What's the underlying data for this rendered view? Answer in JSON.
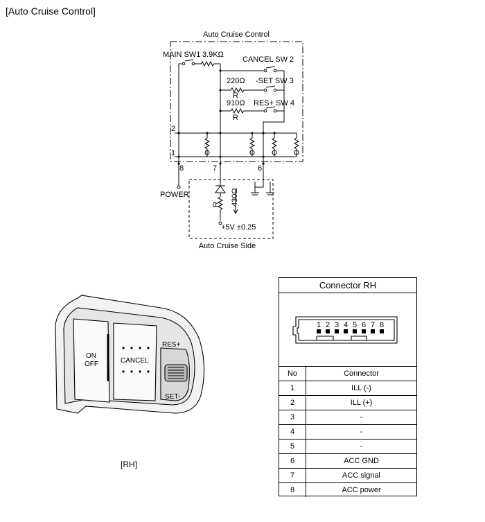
{
  "page_title": "[Auto Cruise Control]",
  "circuit": {
    "module_title": "Auto Cruise Control",
    "main_sw": "MAIN SW1",
    "r_main": "3.9KΩ",
    "cancel_sw": "CANCEL SW 2",
    "r_set": "220Ω",
    "set_sw": "-SET SW 3",
    "r_res": "910Ω",
    "res_sw": "RES+ SW 4",
    "r_label": "R",
    "term_2": "2",
    "term_1": "1",
    "term_8": "8",
    "term_7": "7",
    "term_6": "6",
    "power": "POWER",
    "r_side": "430Ω",
    "supply": "+5V ±0.25",
    "side_title": "Auto Cruise Side"
  },
  "switch_panel": {
    "on_off": [
      "ON",
      "OFF"
    ],
    "cancel": "CANCEL",
    "res_plus": "RES+",
    "set_minus": "SET-",
    "side_label": "[RH]"
  },
  "connector": {
    "title": "Connector RH",
    "pin_numbers": [
      "1",
      "2",
      "3",
      "4",
      "5",
      "6",
      "7",
      "8"
    ],
    "col_no": "No",
    "col_connector": "Connector",
    "rows": [
      {
        "no": "1",
        "name": "ILL (-)"
      },
      {
        "no": "2",
        "name": "ILL (+)"
      },
      {
        "no": "3",
        "name": "-"
      },
      {
        "no": "4",
        "name": "-"
      },
      {
        "no": "5",
        "name": "-"
      },
      {
        "no": "6",
        "name": "ACC GND"
      },
      {
        "no": "7",
        "name": "ACC signal"
      },
      {
        "no": "8",
        "name": "ACC power"
      }
    ]
  }
}
